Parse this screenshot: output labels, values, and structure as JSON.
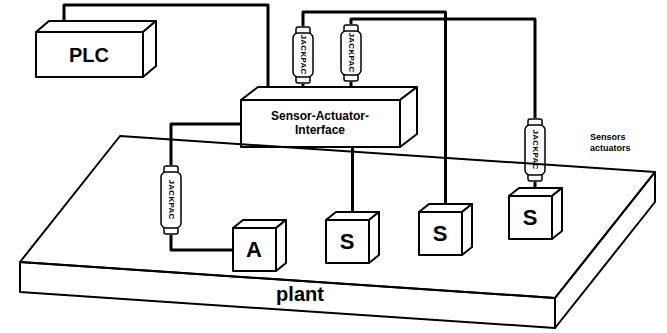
{
  "diagram": {
    "nodes": [
      {
        "text": [
          "PLC"
        ]
      },
      {
        "text": [
          "JACKPAC"
        ]
      },
      {
        "text": [
          "JACKPAC"
        ]
      },
      {
        "text": [
          "Sensor-Actuator-Interface"
        ]
      },
      {
        "text": [
          "JACKPAC"
        ]
      },
      {
        "text": [
          "JACKPAC"
        ]
      },
      {
        "text": [
          "plant"
        ]
      },
      {
        "text": [
          "A"
        ],
        "in": 6
      },
      {
        "text": [
          "S"
        ],
        "in": 6
      },
      {
        "text": [
          "S"
        ],
        "in": 6
      },
      {
        "text": [
          "S"
        ],
        "in": 6
      }
    ],
    "edges": [
      {
        "from": 0,
        "to": 3,
        "arrow": "none"
      },
      {
        "from": 1,
        "to": 3,
        "arrow": "none"
      },
      {
        "from": 2,
        "to": 3,
        "arrow": "none"
      },
      {
        "from": 1,
        "to": 9,
        "arrow": "none"
      },
      {
        "from": 2,
        "to": 5,
        "arrow": "none"
      },
      {
        "from": 3,
        "to": 4,
        "arrow": "none"
      },
      {
        "from": 4,
        "to": 7,
        "arrow": "none"
      },
      {
        "from": 3,
        "to": 8,
        "arrow": "none"
      },
      {
        "from": 5,
        "to": 10,
        "arrow": "none"
      }
    ],
    "labels": [
      "Sensors actuators"
    ]
  }
}
